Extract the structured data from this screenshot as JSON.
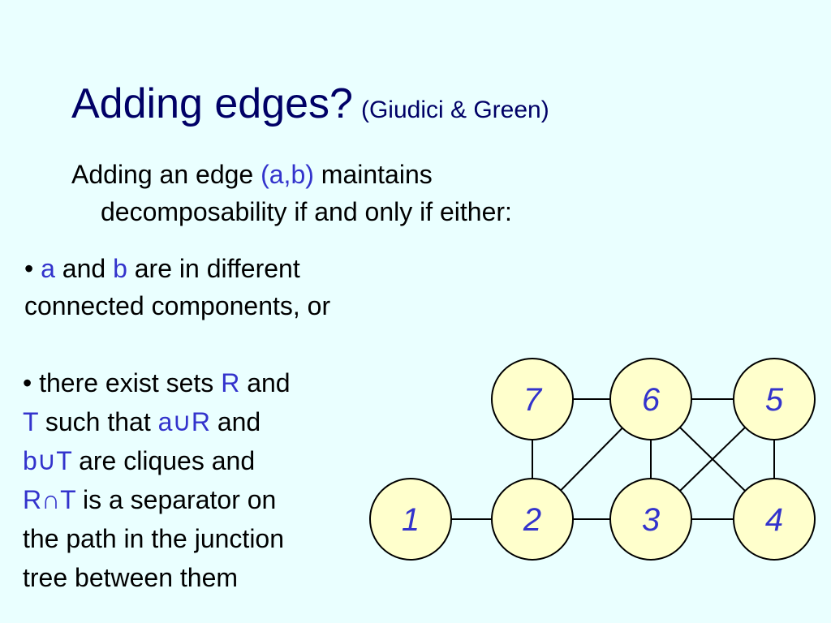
{
  "title": {
    "main": "Adding edges?",
    "sub": "(Giudici & Green)"
  },
  "intro": {
    "line1_pre": "Adding an edge ",
    "edge": "(a,b)",
    "line1_post": " maintains",
    "line2": "decomposability if and only if either:"
  },
  "bullet1": {
    "bullet": "• ",
    "a": "a",
    "and": " and ",
    "b": "b",
    "rest1": " are in different",
    "rest2": "connected components, or"
  },
  "bullet2": {
    "p1": "• there exist sets ",
    "R": "R",
    "p2": " and",
    "T": "T",
    "p3": " such that ",
    "aR": "a∪R",
    "p4": " and",
    "bT": "b∪T",
    "p5": " are cliques and",
    "RT": "R∩T",
    "p6": " is a separator on",
    "p7": "the path in the junction",
    "p8": "tree between them"
  },
  "graph": {
    "nodes": [
      {
        "id": "7",
        "label": "7"
      },
      {
        "id": "6",
        "label": "6"
      },
      {
        "id": "5",
        "label": "5"
      },
      {
        "id": "1",
        "label": "1"
      },
      {
        "id": "2",
        "label": "2"
      },
      {
        "id": "3",
        "label": "3"
      },
      {
        "id": "4",
        "label": "4"
      }
    ],
    "edges": [
      [
        "7",
        "6"
      ],
      [
        "6",
        "5"
      ],
      [
        "7",
        "2"
      ],
      [
        "6",
        "2"
      ],
      [
        "6",
        "3"
      ],
      [
        "6",
        "4"
      ],
      [
        "5",
        "3"
      ],
      [
        "5",
        "4"
      ],
      [
        "1",
        "2"
      ],
      [
        "2",
        "3"
      ],
      [
        "3",
        "4"
      ]
    ]
  },
  "colors": {
    "background": "#eaffff",
    "title": "#000066",
    "highlight": "#3333cc",
    "node_fill": "#ffffcc",
    "node_stroke": "#000000",
    "node_label": "#3333cc"
  }
}
